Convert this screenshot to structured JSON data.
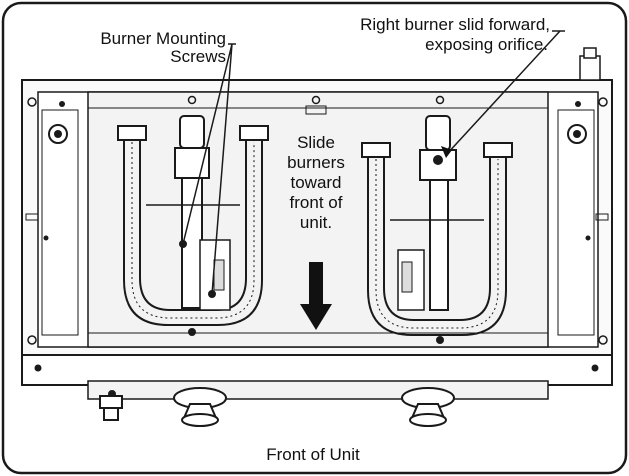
{
  "labels": {
    "mounting_screws": [
      "Burner Mounting",
      "Screws"
    ],
    "right_burner": [
      "Right burner slid forward,",
      "exposing orifice."
    ],
    "slide": [
      "Slide",
      "burners",
      "toward",
      "front of",
      "unit."
    ],
    "front": "Front of Unit"
  },
  "colors": {
    "line": "#1a1a1a",
    "panel": "#f4f4f4",
    "frame": "#ffffff",
    "arrow": "#111111"
  }
}
